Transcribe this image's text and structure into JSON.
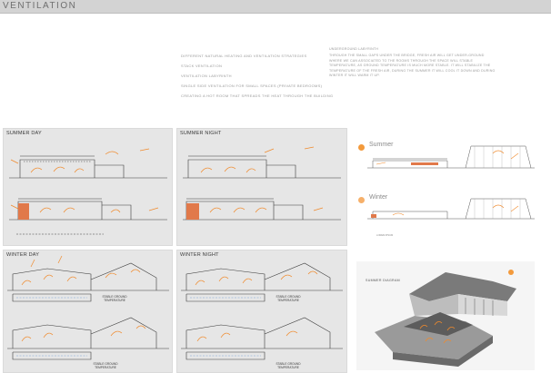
{
  "header": {
    "title": "VENTILATION"
  },
  "notes": {
    "lines": [
      "DIFFERENT NATURAL HEATING AND VENTILATION STRATEGIES",
      "STACK VENTILATION",
      "VENTILATION LABYRINTH",
      "SINGLE SIDE VENTILATION FOR SMALL SPACES (PRIVATE BEDROOMS)",
      "CREATING A HOT ROOM THAT SPREADS THE HEAT THROUGH THE BUILDING"
    ]
  },
  "underground": {
    "title": "UNDERGROUND LABYRINTH",
    "body": "THROUGH THE SMALL GAPS UNDER THE BRIDGE, FRESH AIR WILL GET UNDER-GROUND WHERE WE CAN ASSOCIATED TO THE ROOMS THROUGH THE SPACE WILL STABLE TEMPERATURE, AS GROUND TEMPERATURE IS MUCH MORE STABLE. IT WILL STABILIZE THE TEMPERATURE OF THE FRESH AIR, DURING THE SUMMER IT WILL COOL IT DOWN AND DURING WINTER IT WILL WARM IT UP."
  },
  "panels": {
    "summer_day": {
      "label": "SUMMER DAY"
    },
    "summer_night": {
      "label": "SUMMER NIGHT"
    },
    "winter_day": {
      "label": "WINTER DAY",
      "ground_label_1": "STABLE GROUND TEMPERATURE",
      "ground_label_2": "STABLE GROUND TEMPERATURE"
    },
    "winter_night": {
      "label": "WINTER NIGHT",
      "ground_label_1": "STABLE GROUND TEMPERATURE",
      "ground_label_2": "STABLE GROUND TEMPERATURE"
    }
  },
  "seasons": {
    "summer": "Summer",
    "winter": "Winter",
    "legend": "LOREM IPSUM"
  },
  "photo": {
    "label": "SUMMER DIAGRAM"
  },
  "colors": {
    "arrow": "#f08a2c",
    "hot_room": "#e1794a",
    "cool_air": "#7aa2d6",
    "line": "#3a3a3a",
    "panel": "#e6e6e6"
  }
}
